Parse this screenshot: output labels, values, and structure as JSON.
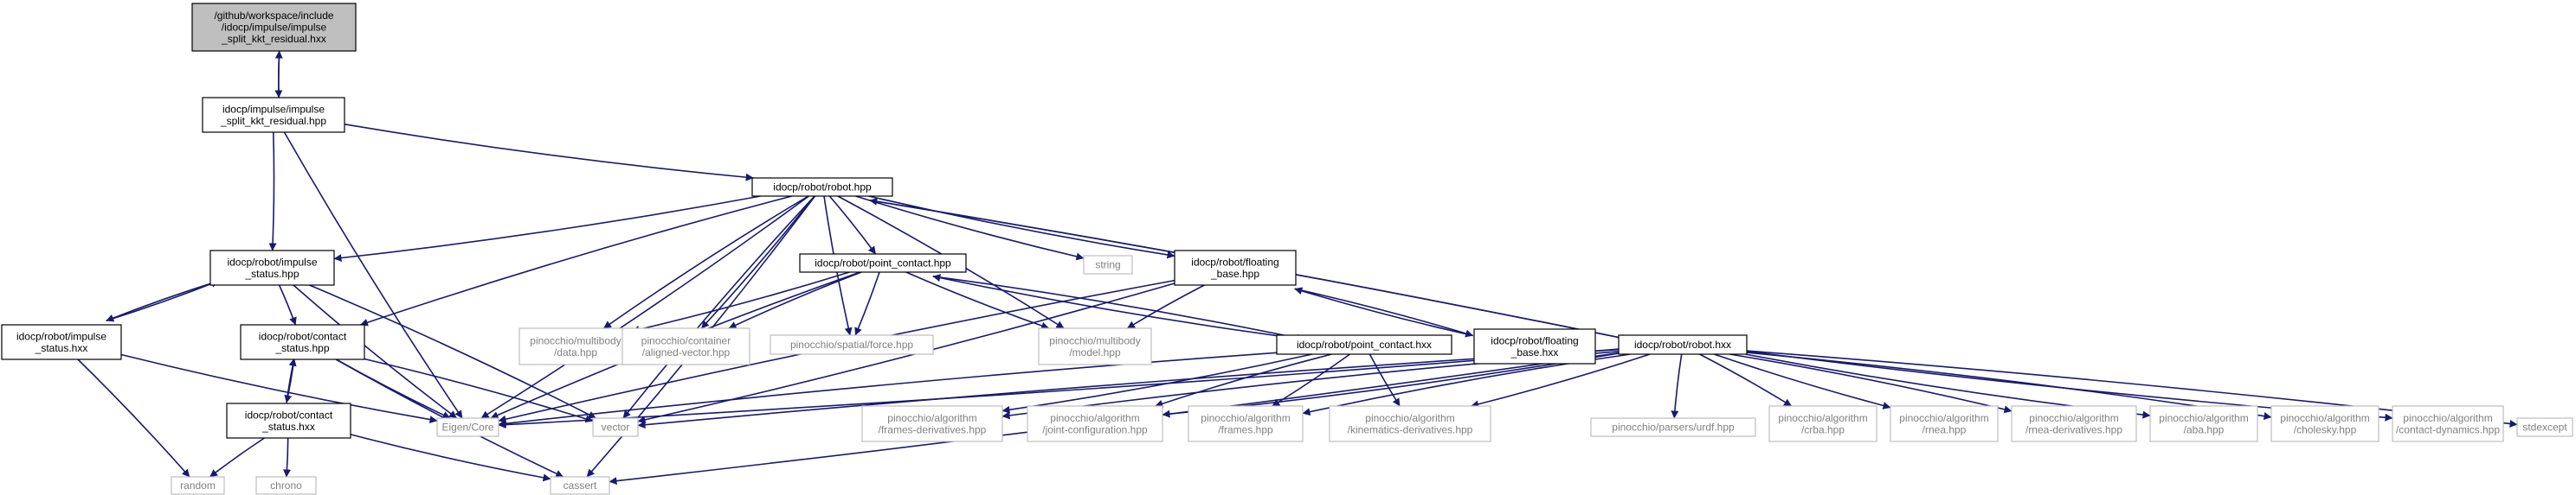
{
  "colors": {
    "edge": "#191970",
    "root_fill": "#bfbfbf",
    "node_border": "#000000",
    "external_border": "#bfbfbf",
    "external_text": "#808080",
    "text": "#000000"
  },
  "nodes": [
    {
      "id": "root",
      "kind": "root",
      "lines": [
        "/github/workspace/include",
        "/idocp/impulse/impulse",
        "_split_kkt_residual.hxx"
      ]
    },
    {
      "id": "impulse_split_kkt_residual_hpp",
      "kind": "internal",
      "lines": [
        "idocp/impulse/impulse",
        "_split_kkt_residual.hpp"
      ]
    },
    {
      "id": "robot_hpp",
      "kind": "internal",
      "lines": [
        "idocp/robot/robot.hpp"
      ]
    },
    {
      "id": "impulse_status_hpp",
      "kind": "internal",
      "lines": [
        "idocp/robot/impulse",
        "_status.hpp"
      ]
    },
    {
      "id": "impulse_status_hxx",
      "kind": "internal",
      "lines": [
        "idocp/robot/impulse",
        "_status.hxx"
      ]
    },
    {
      "id": "contact_status_hpp",
      "kind": "internal",
      "lines": [
        "idocp/robot/contact",
        "_status.hpp"
      ]
    },
    {
      "id": "contact_status_hxx",
      "kind": "internal",
      "lines": [
        "idocp/robot/contact",
        "_status.hxx"
      ]
    },
    {
      "id": "point_contact_hpp",
      "kind": "internal",
      "lines": [
        "idocp/robot/point_contact.hpp"
      ]
    },
    {
      "id": "point_contact_hxx",
      "kind": "internal",
      "lines": [
        "idocp/robot/point_contact.hxx"
      ]
    },
    {
      "id": "floating_base_hpp",
      "kind": "internal",
      "lines": [
        "idocp/robot/floating",
        "_base.hpp"
      ]
    },
    {
      "id": "floating_base_hxx",
      "kind": "internal",
      "lines": [
        "idocp/robot/floating",
        "_base.hxx"
      ]
    },
    {
      "id": "robot_hxx",
      "kind": "internal",
      "lines": [
        "idocp/robot/robot.hxx"
      ]
    },
    {
      "id": "random",
      "kind": "external",
      "lines": [
        "random"
      ]
    },
    {
      "id": "chrono",
      "kind": "external",
      "lines": [
        "chrono"
      ]
    },
    {
      "id": "cassert",
      "kind": "external",
      "lines": [
        "cassert"
      ]
    },
    {
      "id": "eigen_core",
      "kind": "external",
      "lines": [
        "Eigen/Core"
      ]
    },
    {
      "id": "vector",
      "kind": "external",
      "lines": [
        "vector"
      ]
    },
    {
      "id": "string",
      "kind": "external",
      "lines": [
        "string"
      ]
    },
    {
      "id": "multibody_data",
      "kind": "external",
      "lines": [
        "pinocchio/multibody",
        "/data.hpp"
      ]
    },
    {
      "id": "aligned_vector",
      "kind": "external",
      "lines": [
        "pinocchio/container",
        "/aligned-vector.hpp"
      ]
    },
    {
      "id": "spatial_force",
      "kind": "external",
      "lines": [
        "pinocchio/spatial/force.hpp"
      ]
    },
    {
      "id": "multibody_model",
      "kind": "external",
      "lines": [
        "pinocchio/multibody",
        "/model.hpp"
      ]
    },
    {
      "id": "frames_derivatives",
      "kind": "external",
      "lines": [
        "pinocchio/algorithm",
        "/frames-derivatives.hpp"
      ]
    },
    {
      "id": "joint_configuration",
      "kind": "external",
      "lines": [
        "pinocchio/algorithm",
        "/joint-configuration.hpp"
      ]
    },
    {
      "id": "frames",
      "kind": "external",
      "lines": [
        "pinocchio/algorithm",
        "/frames.hpp"
      ]
    },
    {
      "id": "kinematics_derivatives",
      "kind": "external",
      "lines": [
        "pinocchio/algorithm",
        "/kinematics-derivatives.hpp"
      ]
    },
    {
      "id": "urdf",
      "kind": "external",
      "lines": [
        "pinocchio/parsers/urdf.hpp"
      ]
    },
    {
      "id": "crba",
      "kind": "external",
      "lines": [
        "pinocchio/algorithm",
        "/crba.hpp"
      ]
    },
    {
      "id": "rnea",
      "kind": "external",
      "lines": [
        "pinocchio/algorithm",
        "/rnea.hpp"
      ]
    },
    {
      "id": "rnea_derivatives",
      "kind": "external",
      "lines": [
        "pinocchio/algorithm",
        "/rnea-derivatives.hpp"
      ]
    },
    {
      "id": "aba",
      "kind": "external",
      "lines": [
        "pinocchio/algorithm",
        "/aba.hpp"
      ]
    },
    {
      "id": "cholesky",
      "kind": "external",
      "lines": [
        "pinocchio/algorithm",
        "/cholesky.hpp"
      ]
    },
    {
      "id": "contact_dynamics",
      "kind": "external",
      "lines": [
        "pinocchio/algorithm",
        "/contact-dynamics.hpp"
      ]
    },
    {
      "id": "stdexcept",
      "kind": "external",
      "lines": [
        "stdexcept"
      ]
    }
  ],
  "edges": [
    [
      "root",
      "impulse_split_kkt_residual_hpp"
    ],
    [
      "impulse_split_kkt_residual_hpp",
      "root"
    ],
    [
      "impulse_split_kkt_residual_hpp",
      "robot_hpp"
    ],
    [
      "impulse_split_kkt_residual_hpp",
      "impulse_status_hpp"
    ],
    [
      "impulse_split_kkt_residual_hpp",
      "eigen_core"
    ],
    [
      "robot_hpp",
      "impulse_status_hpp"
    ],
    [
      "robot_hpp",
      "contact_status_hpp"
    ],
    [
      "robot_hpp",
      "point_contact_hpp"
    ],
    [
      "robot_hpp",
      "floating_base_hpp"
    ],
    [
      "robot_hpp",
      "robot_hxx"
    ],
    [
      "robot_hpp",
      "string"
    ],
    [
      "robot_hpp",
      "eigen_core"
    ],
    [
      "robot_hpp",
      "vector"
    ],
    [
      "robot_hpp",
      "cassert"
    ],
    [
      "robot_hpp",
      "multibody_data"
    ],
    [
      "robot_hpp",
      "aligned_vector"
    ],
    [
      "robot_hpp",
      "spatial_force"
    ],
    [
      "robot_hpp",
      "multibody_model"
    ],
    [
      "impulse_status_hpp",
      "impulse_status_hxx"
    ],
    [
      "impulse_status_hpp",
      "contact_status_hpp"
    ],
    [
      "impulse_status_hpp",
      "eigen_core"
    ],
    [
      "impulse_status_hpp",
      "vector"
    ],
    [
      "impulse_status_hxx",
      "impulse_status_hpp"
    ],
    [
      "impulse_status_hxx",
      "random"
    ],
    [
      "impulse_status_hxx",
      "eigen_core"
    ],
    [
      "contact_status_hpp",
      "contact_status_hxx"
    ],
    [
      "contact_status_hpp",
      "eigen_core"
    ],
    [
      "contact_status_hpp",
      "vector"
    ],
    [
      "contact_status_hpp",
      "cassert"
    ],
    [
      "contact_status_hxx",
      "contact_status_hpp"
    ],
    [
      "contact_status_hxx",
      "random"
    ],
    [
      "contact_status_hxx",
      "chrono"
    ],
    [
      "contact_status_hxx",
      "cassert"
    ],
    [
      "point_contact_hpp",
      "point_contact_hxx"
    ],
    [
      "point_contact_hpp",
      "eigen_core"
    ],
    [
      "point_contact_hpp",
      "multibody_data"
    ],
    [
      "point_contact_hpp",
      "aligned_vector"
    ],
    [
      "point_contact_hpp",
      "spatial_force"
    ],
    [
      "point_contact_hpp",
      "multibody_model"
    ],
    [
      "point_contact_hxx",
      "point_contact_hpp"
    ],
    [
      "point_contact_hxx",
      "eigen_core"
    ],
    [
      "point_contact_hxx",
      "frames_derivatives"
    ],
    [
      "point_contact_hxx",
      "joint_configuration"
    ],
    [
      "point_contact_hxx",
      "frames"
    ],
    [
      "point_contact_hxx",
      "kinematics_derivatives"
    ],
    [
      "floating_base_hpp",
      "floating_base_hxx"
    ],
    [
      "floating_base_hpp",
      "eigen_core"
    ],
    [
      "floating_base_hpp",
      "vector"
    ],
    [
      "floating_base_hpp",
      "multibody_model"
    ],
    [
      "floating_base_hxx",
      "floating_base_hpp"
    ],
    [
      "robot_hxx",
      "robot_hpp"
    ],
    [
      "robot_hxx",
      "eigen_core"
    ],
    [
      "robot_hxx",
      "vector"
    ],
    [
      "robot_hxx",
      "cassert"
    ],
    [
      "robot_hxx",
      "frames_derivatives"
    ],
    [
      "robot_hxx",
      "joint_configuration"
    ],
    [
      "robot_hxx",
      "frames"
    ],
    [
      "robot_hxx",
      "kinematics_derivatives"
    ],
    [
      "robot_hxx",
      "urdf"
    ],
    [
      "robot_hxx",
      "crba"
    ],
    [
      "robot_hxx",
      "rnea"
    ],
    [
      "robot_hxx",
      "rnea_derivatives"
    ],
    [
      "robot_hxx",
      "aba"
    ],
    [
      "robot_hxx",
      "cholesky"
    ],
    [
      "robot_hxx",
      "contact_dynamics"
    ],
    [
      "robot_hxx",
      "stdexcept"
    ]
  ]
}
